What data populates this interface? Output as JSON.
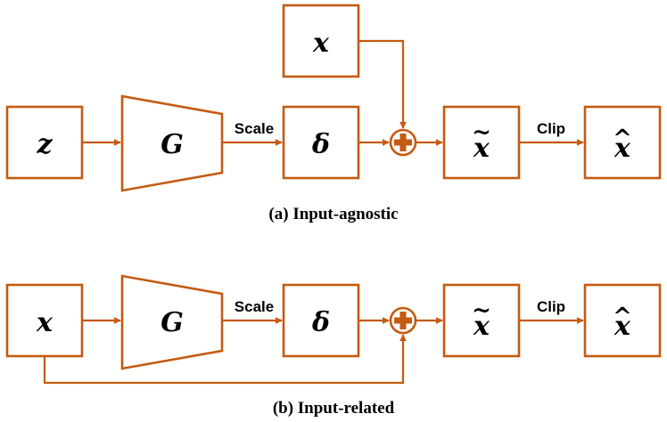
{
  "colors": {
    "accent": "#C55A11",
    "text": "#000000",
    "background": "#ffffff"
  },
  "diagrams": [
    {
      "id": "input-agnostic",
      "caption": "(a) Input-agnostic",
      "noise_input": "z",
      "generator": "G",
      "scale_label": "Scale",
      "perturbation": "δ",
      "clean_input": "x",
      "sum_operator": "plus-circle",
      "sum_output": "x",
      "sum_output_accent": "~",
      "clip_label": "Clip",
      "final_output": "x",
      "final_output_accent": "^"
    },
    {
      "id": "input-related",
      "caption": "(b) Input-related",
      "generator_input": "x",
      "generator": "G",
      "scale_label": "Scale",
      "perturbation": "δ",
      "sum_operator": "plus-circle",
      "sum_output": "x",
      "sum_output_accent": "~",
      "clip_label": "Clip",
      "final_output": "x",
      "final_output_accent": "^"
    }
  ]
}
